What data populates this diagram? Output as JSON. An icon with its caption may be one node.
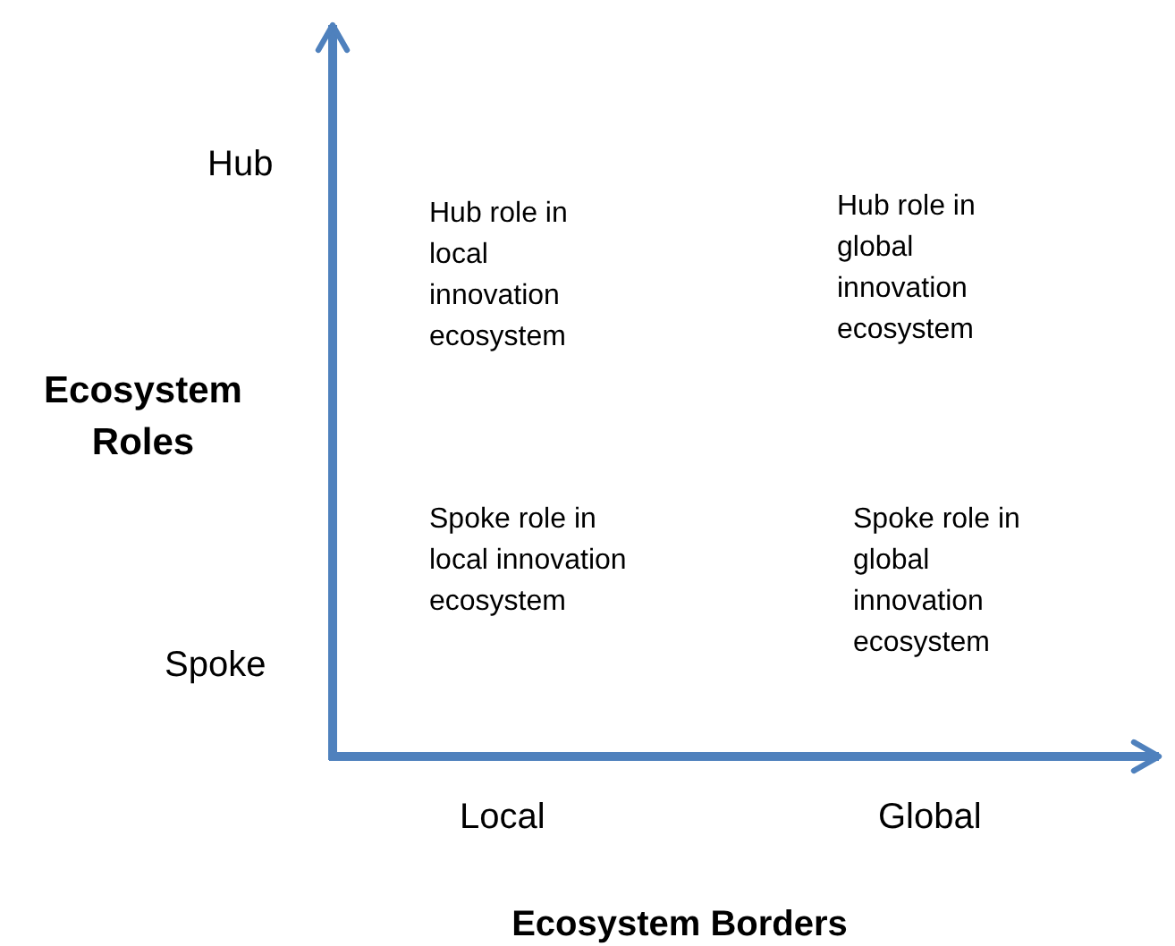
{
  "diagram": {
    "labels": [
      "Hub",
      "Hub role in local innovation ecosystem",
      "Hub role in global innovation ecosystem",
      "Ecosystem Roles",
      "Spoke role in local innovation ecosystem",
      "Spoke role in global innovation ecosystem",
      "Spoke",
      "Local",
      "Global",
      "Ecosystem Borders"
    ]
  }
}
